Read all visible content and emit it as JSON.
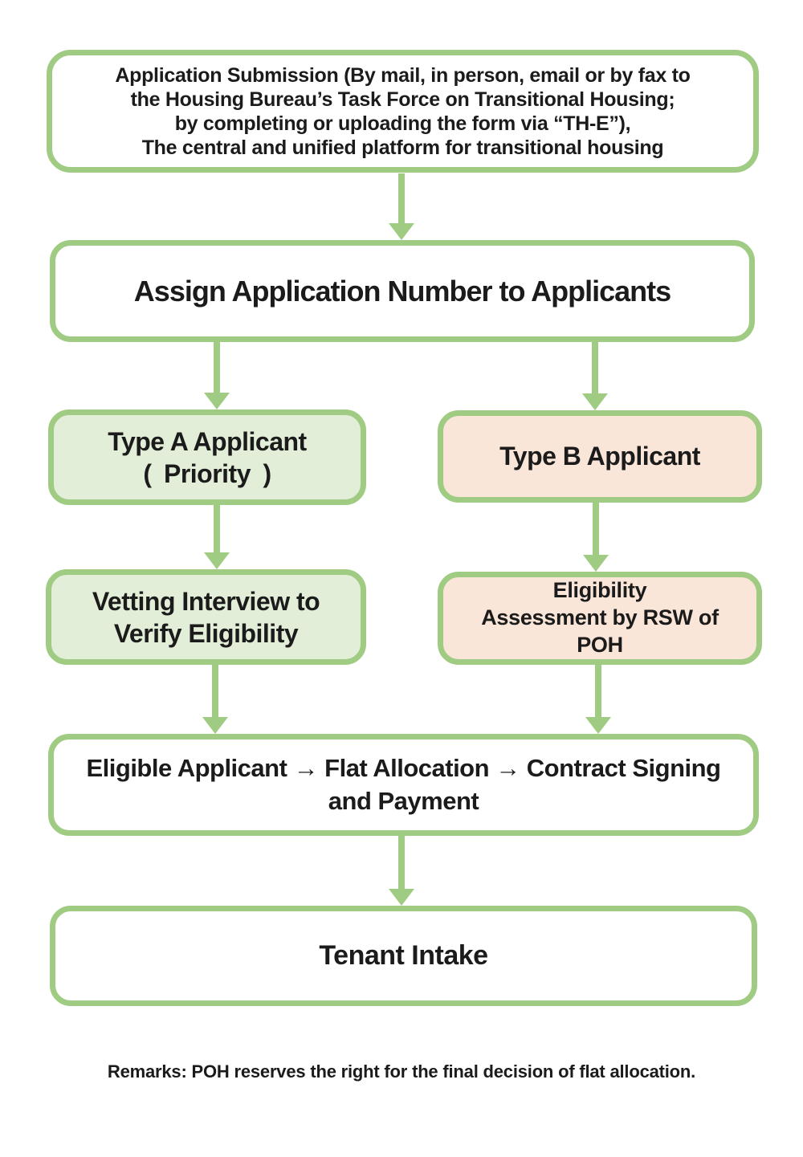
{
  "diagram": {
    "type": "flowchart",
    "nodes": {
      "application_submission": {
        "text": "Application Submission (By mail, in person, email or by fax to\nthe Housing Bureau’s Task Force on Transitional Housing;\nby completing or uploading the form via “TH-E”),\nThe central and unified platform for transitional housing",
        "fill": "white"
      },
      "assign_number": {
        "text": "Assign Application Number to Applicants",
        "fill": "white"
      },
      "type_a": {
        "text": "Type A Applicant\n( Priority )",
        "fill": "green"
      },
      "type_b": {
        "text": "Type B Applicant",
        "fill": "peach"
      },
      "vetting_interview": {
        "text": "Vetting Interview to\nVerify Eligibility",
        "fill": "green"
      },
      "eligibility_assessment": {
        "text": "Eligibility\nAssessment by RSW of\nPOH",
        "fill": "peach"
      },
      "flat_allocation": {
        "text": "Eligible Applicant → Flat Allocation → Contract Signing\nand Payment",
        "fill": "white"
      },
      "tenant_intake": {
        "text": "Tenant Intake",
        "fill": "white"
      }
    },
    "edges": [
      {
        "from": "application_submission",
        "to": "assign_number"
      },
      {
        "from": "assign_number",
        "to": "type_a"
      },
      {
        "from": "assign_number",
        "to": "type_b"
      },
      {
        "from": "type_a",
        "to": "vetting_interview"
      },
      {
        "from": "type_b",
        "to": "eligibility_assessment"
      },
      {
        "from": "vetting_interview",
        "to": "flat_allocation"
      },
      {
        "from": "eligibility_assessment",
        "to": "flat_allocation"
      },
      {
        "from": "flat_allocation",
        "to": "tenant_intake"
      }
    ],
    "remarks": "Remarks: POH reserves the right for the final decision of flat allocation.",
    "colors": {
      "border_green": "#A0CB83",
      "fill_green": "#E3EED8",
      "fill_peach": "#FAE6D8",
      "text": "#1B1B1B",
      "background": "#FFFFFF"
    }
  }
}
